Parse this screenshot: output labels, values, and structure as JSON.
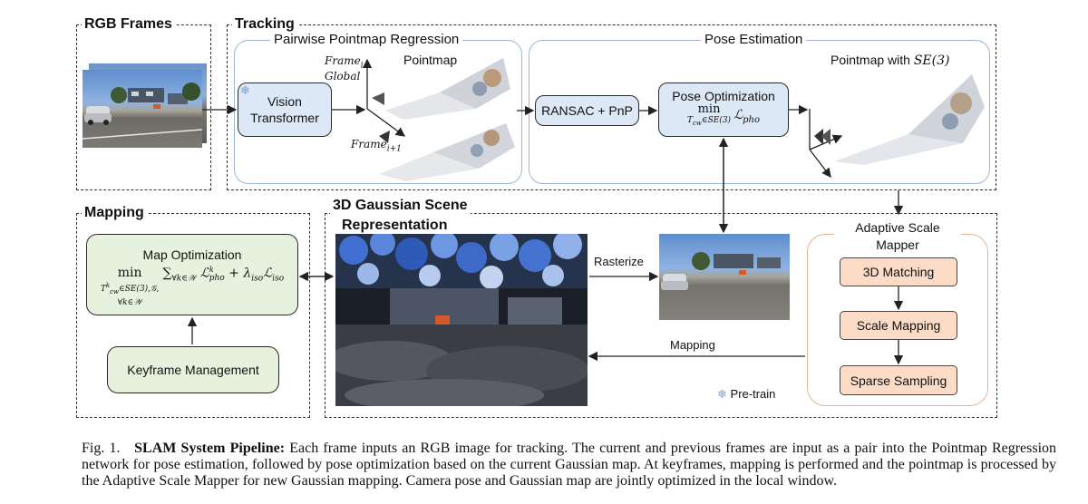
{
  "figure": {
    "sections": {
      "rgb_frames": "RGB Frames",
      "tracking": "Tracking",
      "mapping": "Mapping",
      "gaussian_line1": "3D Gaussian Scene",
      "gaussian_line2": "Representation"
    },
    "tracking": {
      "pairwise_title": "Pairwise Pointmap Regression",
      "pose_title": "Pose Estimation",
      "vision_transformer": "Vision Transformer",
      "pointmap_label": "Pointmap",
      "frame_i": "Frame",
      "frame_i_sub": "i",
      "global": "Global",
      "frame_i1": "Frame",
      "frame_i1_sub": "i+1",
      "ransac": "RANSAC + PnP",
      "pose_opt_title": "Pose Optimization",
      "pose_opt_min": "min",
      "pose_opt_sub": "T",
      "pose_opt_sub_cw": "cw",
      "pose_opt_sub_rest": "∈SE(3)",
      "pose_opt_loss": "ℒ",
      "pose_opt_loss_sub": "pho",
      "pointmap_se3": "Pointmap with ",
      "pointmap_se3_math": "SE(3)"
    },
    "mapping": {
      "map_opt_title": "Map Optimization",
      "map_opt_min": "min",
      "map_opt_sub_line1": "T",
      "map_opt_sub_k": "k",
      "map_opt_sub_cw": "cw",
      "map_opt_sub_rest": "∈SE(3),𝒢,",
      "map_opt_sub_line2": "∀k∈𝒲",
      "map_opt_sum": "∑",
      "map_opt_sum_sub": "∀k∈𝒲",
      "map_opt_l": "ℒ",
      "map_opt_l_sup": "k",
      "map_opt_l_sub": "pho",
      "map_opt_plus": "+ λ",
      "map_opt_lambda_sub": "iso",
      "map_opt_l2": "ℒ",
      "map_opt_l2_sub": "iso",
      "keyframe": "Keyframe Management"
    },
    "gaussian": {
      "rasterize": "Rasterize",
      "mapping_arrow": "Mapping",
      "pretrain": "Pre-train"
    },
    "scale_mapper": {
      "title_line1": "Adaptive Scale",
      "title_line2": "Mapper",
      "step1": "3D Matching",
      "step2": "Scale Mapping",
      "step3": "Sparse Sampling"
    },
    "icons": {
      "pretrain_icon": "snowflake-icon"
    },
    "colors": {
      "blue_box": "#dce8f5",
      "green_box": "#e6f2dd",
      "orange_box": "#fcdcc7",
      "panel_border": "#9bb6d6"
    }
  },
  "caption": {
    "label": "Fig. 1.",
    "title": "SLAM System Pipeline:",
    "text": "Each frame inputs an RGB image for tracking. The current and previous frames are input as a pair into the Pointmap Regression network for pose estimation, followed by pose optimization based on the current Gaussian map. At keyframes, mapping is performed and the pointmap is processed by the Adaptive Scale Mapper for new Gaussian mapping. Camera pose and Gaussian map are jointly optimized in the local window."
  }
}
